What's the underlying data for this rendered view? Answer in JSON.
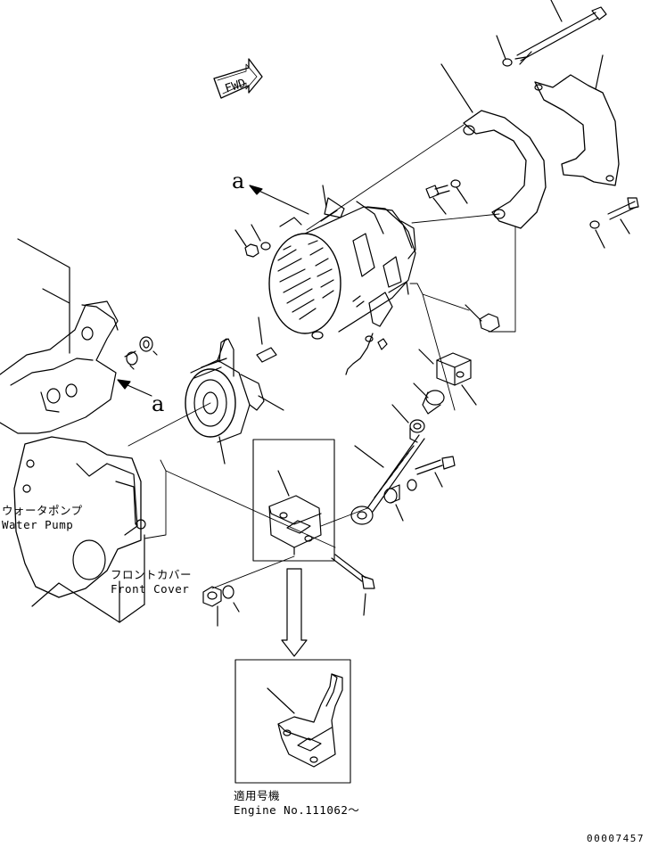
{
  "labels": {
    "fwd": "FWD",
    "view_a_top": "a",
    "view_a_left": "a",
    "water_pump_jp": "ウォータポンプ",
    "water_pump_en": "Water Pump",
    "front_cover_jp": "フロントカバー",
    "front_cover_en": "Front Cover",
    "applicable_jp": "適用号機",
    "engine_no": "Engine No.111062～",
    "drawing_no": "00007457"
  },
  "colors": {
    "line": "#000000",
    "background": "#ffffff"
  }
}
